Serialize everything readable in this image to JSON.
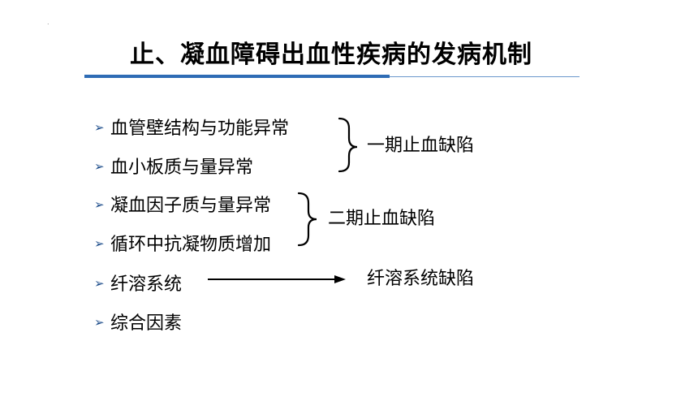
{
  "slide": {
    "dot": ".",
    "title": "止、凝血障碍出血性疾病的发病机制",
    "bullet_glyph": "➢",
    "items": [
      "血管壁结构与功能异常",
      "血小板质与量异常",
      "凝血因子质与量异常",
      "循环中抗凝物质增加",
      "纤溶系统",
      "综合因素"
    ],
    "groups": [
      "一期止血缺陷",
      "二期止血缺陷",
      "纤溶系统缺陷"
    ]
  },
  "colors": {
    "accent_bar": "#2e6cb5",
    "accent_line": "#6a97cc",
    "bullet": "#1f4e8c",
    "text": "#000000"
  }
}
